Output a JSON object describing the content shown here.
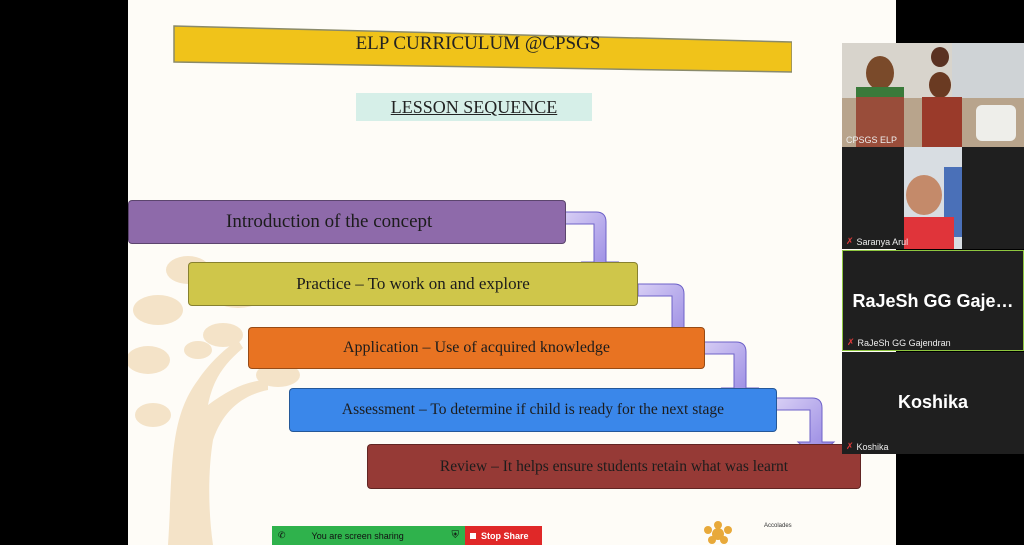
{
  "slide": {
    "title": "ELP CURRICULUM @CPSGS",
    "subtitle": "LESSON SEQUENCE",
    "steps": [
      {
        "label": "Introduction of the concept",
        "color": "#8e6aaa"
      },
      {
        "label": "Practice – To work on and  explore",
        "color": "#cfc64a"
      },
      {
        "label": "Application – Use of acquired knowledge",
        "color": "#e87322"
      },
      {
        "label": "Assessment – To determine if child is ready for the next stage",
        "color": "#3a87ea"
      },
      {
        "label": "Review – It helps  ensure students retain what was learnt",
        "color": "#963a36"
      }
    ],
    "accolades": "Accolades"
  },
  "share_bar": {
    "status": "You are screen sharing",
    "stop_label": "Stop Share"
  },
  "participants": [
    {
      "name": "CPSGS ELP",
      "type": "video",
      "muted": false
    },
    {
      "name": "Saranya Arul",
      "type": "video",
      "muted": true
    },
    {
      "name": "RaJeSh GG Gajendran",
      "display": "RaJeSh  GG  Gaje…",
      "type": "name",
      "muted": true,
      "active": true
    },
    {
      "name": "Koshika",
      "display": "Koshika",
      "type": "name",
      "muted": true
    }
  ],
  "colors": {
    "accent_yellow": "#f0c31a",
    "share_green": "#2fb24c",
    "stop_red": "#e02828",
    "active_border": "#8ec63f"
  }
}
